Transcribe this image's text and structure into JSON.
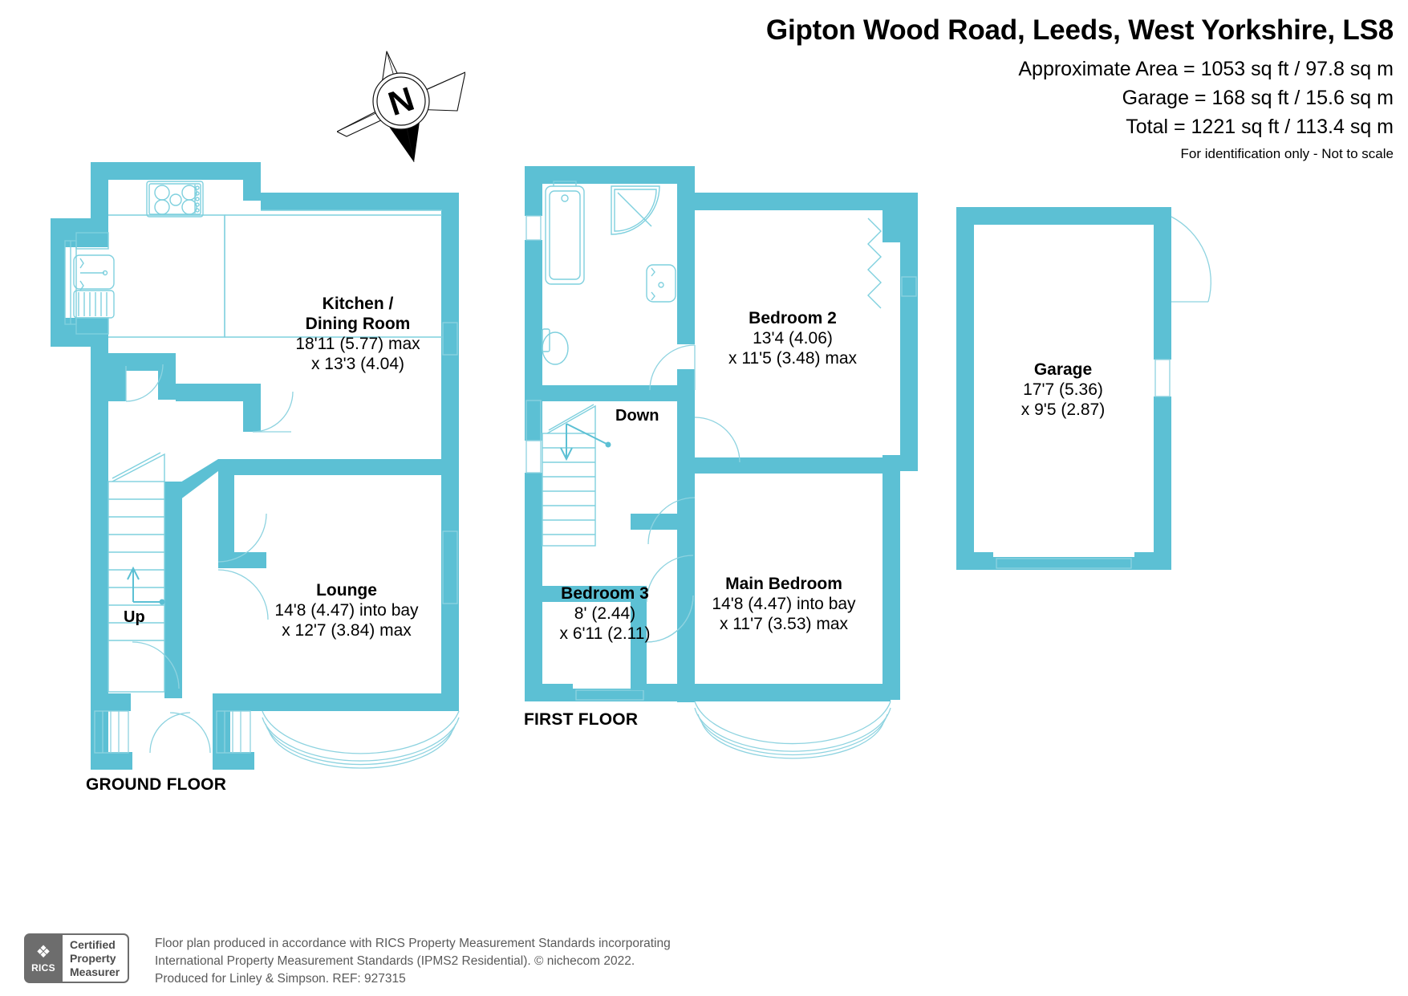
{
  "header": {
    "title": "Gipton Wood Road, Leeds, West Yorkshire, LS8",
    "approx_area": "Approximate Area = 1053 sq ft / 97.8 sq m",
    "garage_area": "Garage = 168 sq ft / 15.6 sq m",
    "total_area": "Total = 1221 sq ft / 113.4  sq m",
    "note": "For identification only - Not to scale"
  },
  "compass": {
    "north_letter": "N"
  },
  "floors": [
    {
      "id": "ground",
      "label": "GROUND FLOOR"
    },
    {
      "id": "first",
      "label": "FIRST FLOOR"
    }
  ],
  "rooms": [
    {
      "id": "kitchen-dining",
      "name_line1": "Kitchen /",
      "name_line2": "Dining Room",
      "dim_line1": "18'11 (5.77) max",
      "dim_line2": "x 13'3 (4.04)",
      "floor": "ground"
    },
    {
      "id": "lounge",
      "name_line1": "Lounge",
      "name_line2": "",
      "dim_line1": "14'8 (4.47) into bay",
      "dim_line2": "x 12'7 (3.84) max",
      "floor": "ground"
    },
    {
      "id": "bedroom-2",
      "name_line1": "Bedroom 2",
      "name_line2": "",
      "dim_line1": "13'4 (4.06)",
      "dim_line2": "x 11'5 (3.48) max",
      "floor": "first"
    },
    {
      "id": "bedroom-3",
      "name_line1": "Bedroom 3",
      "name_line2": "",
      "dim_line1": "8' (2.44)",
      "dim_line2": "x 6'11 (2.11)",
      "floor": "first"
    },
    {
      "id": "main-bedroom",
      "name_line1": "Main Bedroom",
      "name_line2": "",
      "dim_line1": "14'8 (4.47) into bay",
      "dim_line2": "x 11'7 (3.53) max",
      "floor": "first"
    },
    {
      "id": "garage",
      "name_line1": "Garage",
      "name_line2": "",
      "dim_line1": "17'7 (5.36)",
      "dim_line2": "x 9'5 (2.87)",
      "floor": "garage"
    }
  ],
  "stair_labels": {
    "up": "Up",
    "down": "Down"
  },
  "footer": {
    "badge_line1": "Certified",
    "badge_line2": "Property",
    "badge_line3": "Measurer",
    "badge_mark": "RICS",
    "text_line1": "Floor plan produced in accordance with RICS Property Measurement Standards incorporating",
    "text_line2": "International Property Measurement Standards (IPMS2 Residential).   © nichecom 2022.",
    "text_line3": "Produced for Linley & Simpson.   REF: 927315"
  },
  "colors": {
    "wall": "#5cc0d4",
    "fixture_line": "#7fd0de",
    "text": "#000000",
    "footer_text": "#5a5a5a",
    "badge": "#6d6d6d"
  }
}
